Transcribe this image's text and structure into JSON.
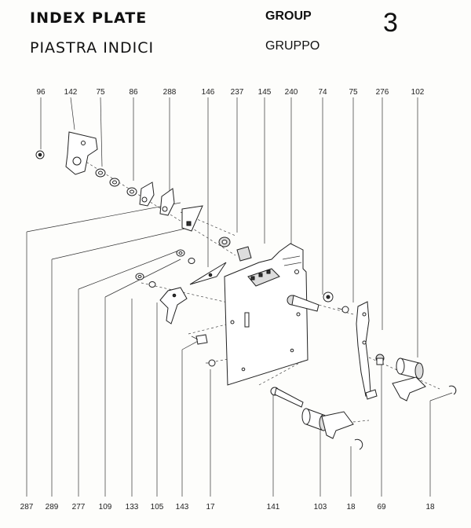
{
  "header": {
    "title_en": "INDEX PLATE",
    "title_it": "PIASTRA INDICI",
    "group_en": "GROUP",
    "group_it": "GRUPPO",
    "group_number": "3"
  },
  "top_labels": [
    "96",
    "142",
    "75",
    "86",
    "288",
    "146",
    "237",
    "145",
    "240",
    "74",
    "75",
    "276",
    "102"
  ],
  "bottom_labels": [
    "287",
    "289",
    "277",
    "109",
    "133",
    "105",
    "143",
    "17",
    "141",
    "103",
    "18",
    "69",
    "18"
  ]
}
